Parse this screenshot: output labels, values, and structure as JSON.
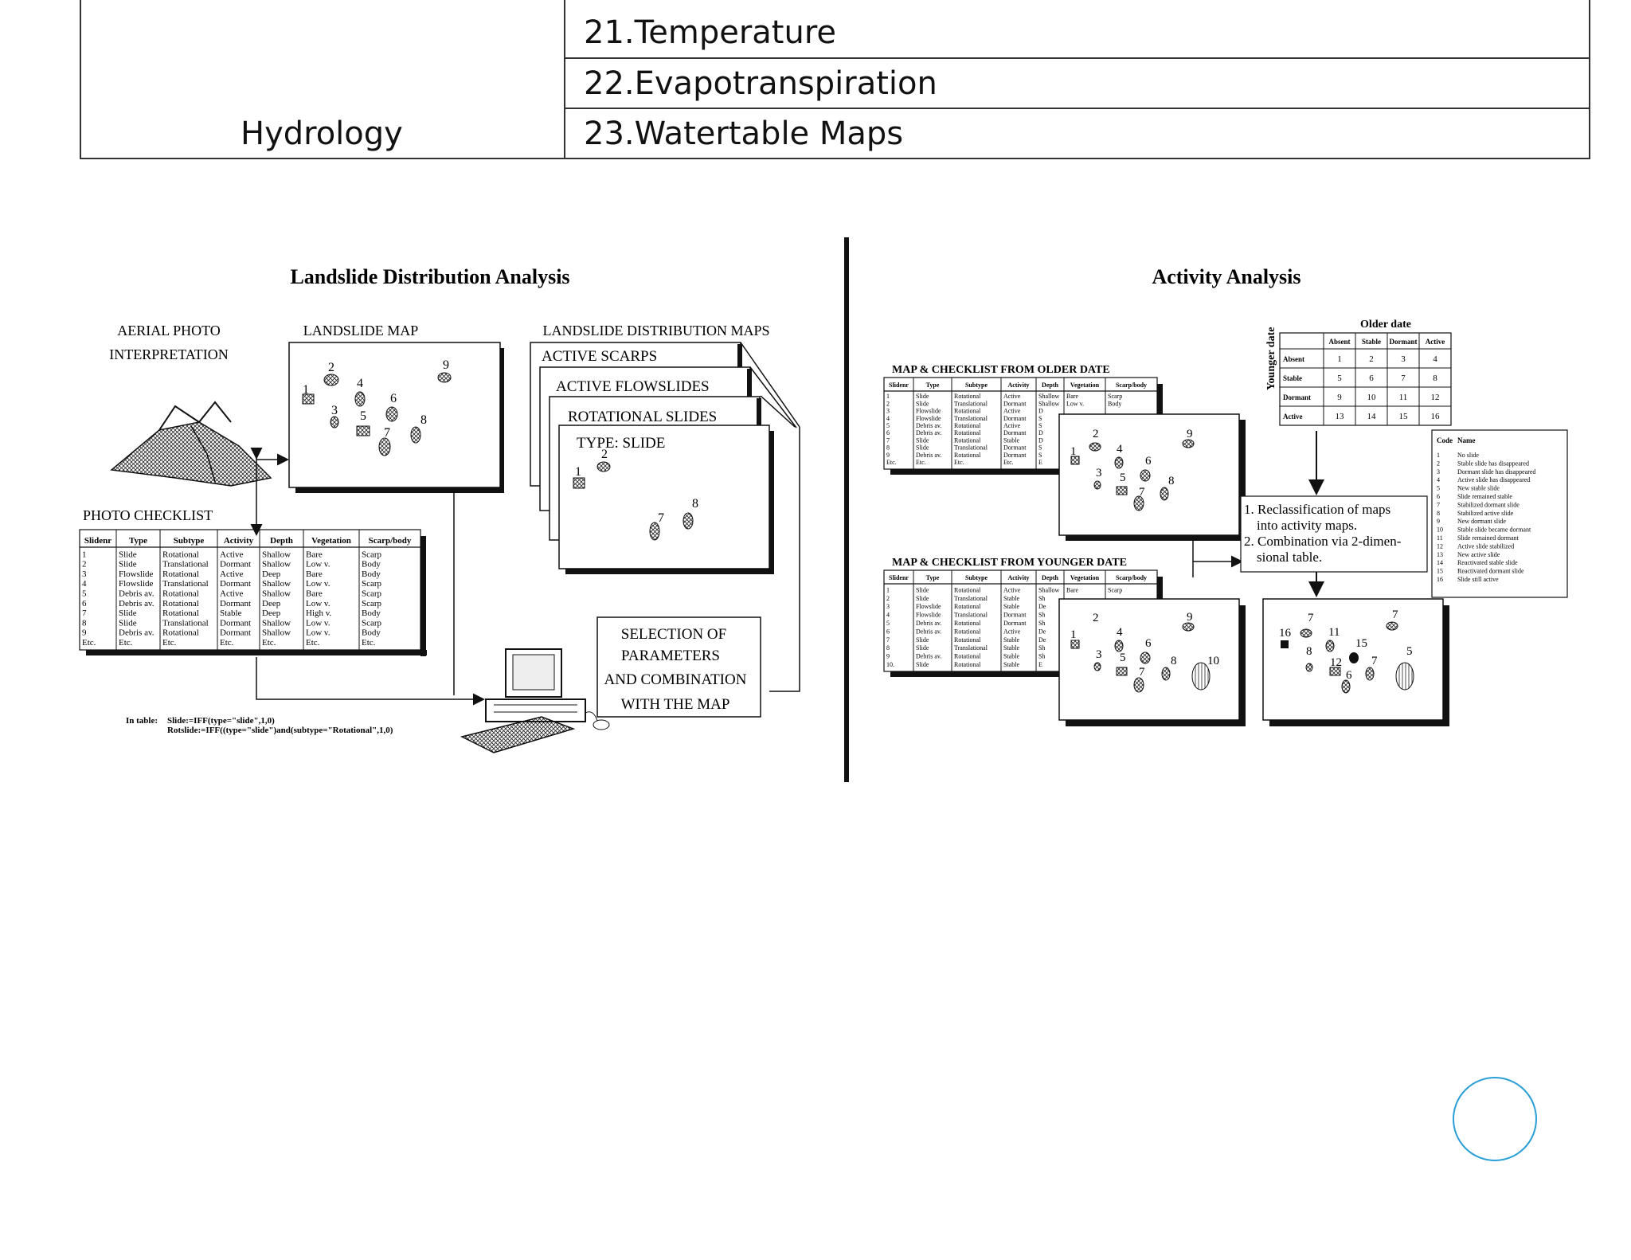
{
  "table": {
    "rows": [
      {
        "label": "21.Temperature"
      },
      {
        "label": "22.Evapotranspiration"
      },
      {
        "label": "23.Watertable Maps"
      }
    ],
    "group": "Hydrology"
  },
  "figure": {
    "left": {
      "title": "Landslide Distribution Analysis",
      "aerial": [
        "AERIAL PHOTO",
        "INTERPRETATION"
      ],
      "landslide_map": "LANDSLIDE MAP",
      "distribution_maps": "LANDSLIDE DISTRIBUTION MAPS",
      "stack": [
        "ACTIVE SCARPS",
        "ACTIVE FLOWSLIDES",
        "ROTATIONAL SLIDES",
        "TYPE: SLIDE"
      ],
      "photo_checklist": "PHOTO CHECKLIST",
      "selection": [
        "SELECTION OF",
        "PARAMETERS",
        "AND COMBINATION",
        "WITH THE MAP"
      ],
      "checklist_headers": [
        "Slidenr",
        "Type",
        "Subtype",
        "Activity",
        "Depth",
        "Vegetation",
        "Scarp/body"
      ],
      "checklist_rows": [
        [
          "1",
          "Slide",
          "Rotational",
          "Active",
          "Shallow",
          "Bare",
          "Scarp"
        ],
        [
          "2",
          "Slide",
          "Translational",
          "Dormant",
          "Shallow",
          "Low v.",
          "Body"
        ],
        [
          "3",
          "Flowslide",
          "Rotational",
          "Active",
          "Deep",
          "Bare",
          "Body"
        ],
        [
          "4",
          "Flowslide",
          "Translational",
          "Dormant",
          "Shallow",
          "Low v.",
          "Scarp"
        ],
        [
          "5",
          "Debris av.",
          "Rotational",
          "Active",
          "Shallow",
          "Bare",
          "Scarp"
        ],
        [
          "6",
          "Debris av.",
          "Rotational",
          "Dormant",
          "Deep",
          "Low v.",
          "Scarp"
        ],
        [
          "7",
          "Slide",
          "Rotational",
          "Stable",
          "Deep",
          "High v.",
          "Body"
        ],
        [
          "8",
          "Slide",
          "Translational",
          "Dormant",
          "Shallow",
          "Low v.",
          "Scarp"
        ],
        [
          "9",
          "Debris av.",
          "Rotational",
          "Dormant",
          "Shallow",
          "Low v.",
          "Body"
        ],
        [
          "Etc.",
          "Etc.",
          "Etc.",
          "Etc.",
          "Etc.",
          "Etc.",
          "Etc."
        ]
      ],
      "formula_label": "In table:",
      "formula1": "Slide:=IFF(type=\"slide\",1,0)",
      "formula2": "Rotslide:=IFF((type=\"slide\")and(subtype=\"Rotational\",1,0)"
    },
    "right": {
      "title": "Activity Analysis",
      "older_title": "MAP & CHECKLIST FROM OLDER DATE",
      "younger_title": "MAP & CHECKLIST FROM YOUNGER DATE",
      "older_date": "Older date",
      "younger_date": "Younger date",
      "matrix_cols": [
        "Absent",
        "Stable",
        "Dormant",
        "Active"
      ],
      "matrix_rows": [
        {
          "label": "Absent",
          "values": [
            "1",
            "2",
            "3",
            "4"
          ]
        },
        {
          "label": "Stable",
          "values": [
            "5",
            "6",
            "7",
            "8"
          ]
        },
        {
          "label": "Dormant",
          "values": [
            "9",
            "10",
            "11",
            "12"
          ]
        },
        {
          "label": "Active",
          "values": [
            "13",
            "14",
            "15",
            "16"
          ]
        }
      ],
      "steps": [
        "1. Reclassification of maps",
        "into activity maps.",
        "2. Combination via 2-dimen-",
        "sional table."
      ],
      "legend_headers": [
        "Code",
        "Name"
      ],
      "legend": [
        [
          "1",
          "No slide"
        ],
        [
          "2",
          "Stable slide has disappeared"
        ],
        [
          "3",
          "Dormant slide has disappeared"
        ],
        [
          "4",
          "Active slide has disappeared"
        ],
        [
          "5",
          "New stable slide"
        ],
        [
          "6",
          "Slide remained stable"
        ],
        [
          "7",
          "Stabilized dormant slide"
        ],
        [
          "8",
          "Stabilized active slide"
        ],
        [
          "9",
          "New dormant slide"
        ],
        [
          "10",
          "Stable slide became dormant"
        ],
        [
          "11",
          "Slide remained dormant"
        ],
        [
          "12",
          "Active slide stabilized"
        ],
        [
          "13",
          "New active slide"
        ],
        [
          "14",
          "Reactivated stable slide"
        ],
        [
          "15",
          "Reactivated dormant slide"
        ],
        [
          "16",
          "Slide still active"
        ]
      ],
      "older_rows": [
        [
          "1",
          "Slide",
          "Rotational",
          "Active",
          "Shallow",
          "Bare",
          "Scarp"
        ],
        [
          "2",
          "Slide",
          "Translational",
          "Dormant",
          "Shallow",
          "Low v.",
          "Body"
        ],
        [
          "3",
          "Flowslide",
          "Rotational",
          "Active",
          "D",
          "",
          ""
        ],
        [
          "4",
          "Flowslide",
          "Translational",
          "Dormant",
          "S",
          "",
          ""
        ],
        [
          "5",
          "Debris av.",
          "Rotational",
          "Active",
          "S",
          "",
          ""
        ],
        [
          "6",
          "Debris av.",
          "Rotational",
          "Dormant",
          "D",
          "",
          ""
        ],
        [
          "7",
          "Slide",
          "Rotational",
          "Stable",
          "D",
          "",
          ""
        ],
        [
          "8",
          "Slide",
          "Translational",
          "Dormant",
          "S",
          "",
          ""
        ],
        [
          "9",
          "Debris av.",
          "Rotational",
          "Dormant",
          "S",
          "",
          ""
        ],
        [
          "Etc.",
          "Etc.",
          "Etc.",
          "Etc.",
          "E",
          "",
          ""
        ]
      ],
      "younger_rows": [
        [
          "1",
          "Slide",
          "Rotational",
          "Active",
          "Shallow",
          "Bare",
          "Scarp"
        ],
        [
          "2",
          "Slide",
          "Translational",
          "Stable",
          "Sh",
          "",
          ""
        ],
        [
          "3",
          "Flowslide",
          "Rotational",
          "Stable",
          "De",
          "",
          ""
        ],
        [
          "4",
          "Flowslide",
          "Translational",
          "Dormant",
          "Sh",
          "",
          ""
        ],
        [
          "5",
          "Debris av.",
          "Rotational",
          "Dormant",
          "Sh",
          "",
          ""
        ],
        [
          "6",
          "Debris av.",
          "Rotational",
          "Active",
          "De",
          "",
          ""
        ],
        [
          "7",
          "Slide",
          "Rotational",
          "Stable",
          "De",
          "",
          ""
        ],
        [
          "8",
          "Slide",
          "Translational",
          "Stable",
          "Sh",
          "",
          ""
        ],
        [
          "9",
          "Debris av.",
          "Rotational",
          "Stable",
          "Sh",
          "",
          ""
        ],
        [
          "10.",
          "Slide",
          "Rotational",
          "Stable",
          "E",
          "",
          ""
        ]
      ],
      "older_map_numbers": [
        "1",
        "2",
        "3",
        "4",
        "5",
        "6",
        "7",
        "8",
        "9"
      ],
      "younger_map_numbers": [
        "1",
        "2",
        "3",
        "4",
        "5",
        "6",
        "7",
        "8",
        "9",
        "10"
      ],
      "result_map_numbers": [
        "16",
        "7",
        "11",
        "15",
        "8",
        "12",
        "7",
        "6",
        "5",
        "7"
      ]
    }
  }
}
